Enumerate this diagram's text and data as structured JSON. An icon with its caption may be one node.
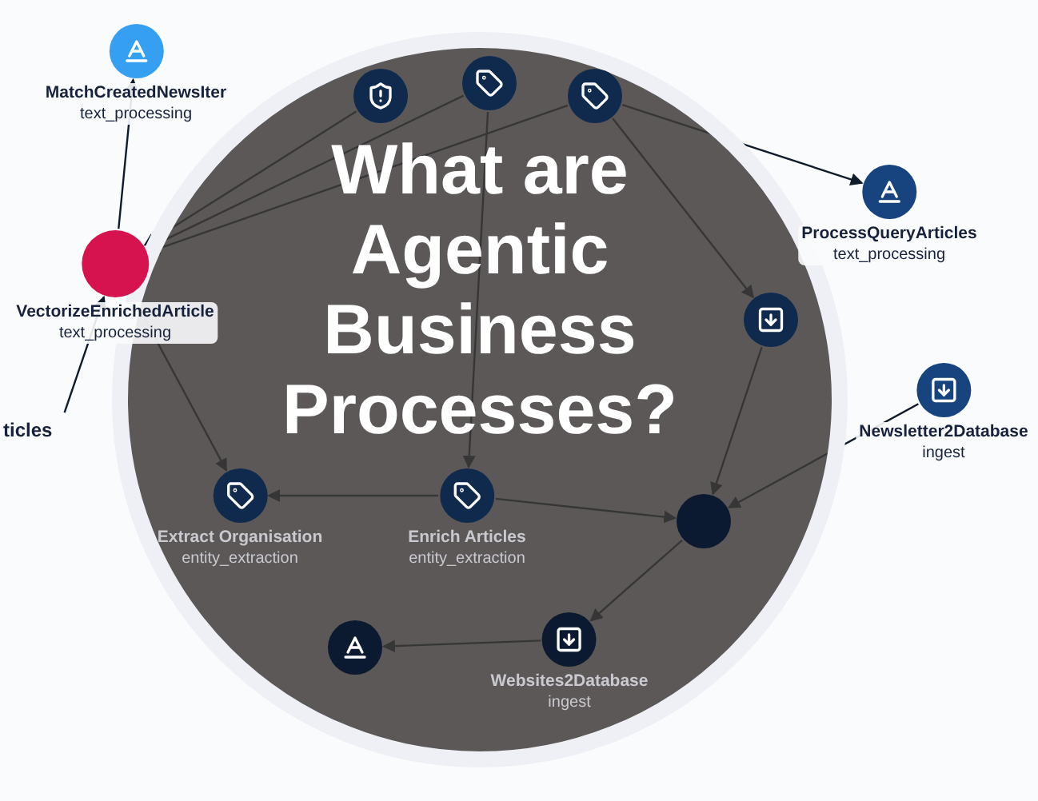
{
  "diagram": {
    "title": "What are Agentic Business Processes?",
    "nodes": [
      {
        "text": [
          "MatchCreatedNewsIter",
          "text_processing"
        ]
      },
      {
        "text": [
          "VectorizeEnrichedArticle",
          "text_processing"
        ]
      },
      {
        "text": [
          "ticles"
        ]
      },
      {
        "text": [],
        "shape": "circle"
      },
      {
        "text": [],
        "shape": "circle"
      },
      {
        "text": [],
        "shape": "circle"
      },
      {
        "text": [
          "ProcessQueryArticles",
          "text_processing"
        ]
      },
      {
        "text": [],
        "shape": "circle"
      },
      {
        "text": [
          "Newsletter2Database",
          "ingest"
        ]
      },
      {
        "text": [
          "Extract Organisation",
          "entity_extraction"
        ]
      },
      {
        "text": [
          "Enrich Articles",
          "entity_extraction"
        ]
      },
      {
        "text": [],
        "shape": "circle"
      },
      {
        "text": [],
        "shape": "circle"
      },
      {
        "text": [
          "Websites2Database",
          "ingest"
        ]
      }
    ],
    "edges": [
      {
        "from": 1,
        "to": 0,
        "arrow": "to"
      },
      {
        "from": 2,
        "to": 1,
        "arrow": "to"
      },
      {
        "from": 3,
        "to": 1,
        "arrow": "to"
      },
      {
        "from": 4,
        "to": 1,
        "arrow": "to"
      },
      {
        "from": 5,
        "to": 1,
        "arrow": "to"
      },
      {
        "from": 5,
        "to": 6,
        "arrow": "to"
      },
      {
        "from": 4,
        "to": 10,
        "arrow": "to"
      },
      {
        "from": 1,
        "to": 9,
        "arrow": "to"
      },
      {
        "from": 10,
        "to": 9,
        "arrow": "to"
      },
      {
        "from": 7,
        "to": 11,
        "arrow": "to"
      },
      {
        "from": 8,
        "to": 11,
        "arrow": "to"
      },
      {
        "from": 10,
        "to": 11,
        "arrow": "to"
      },
      {
        "from": 11,
        "to": 13,
        "arrow": "to"
      },
      {
        "from": 13,
        "to": 12,
        "arrow": "to"
      },
      {
        "from": 5,
        "to": 7,
        "arrow": "to"
      }
    ]
  }
}
